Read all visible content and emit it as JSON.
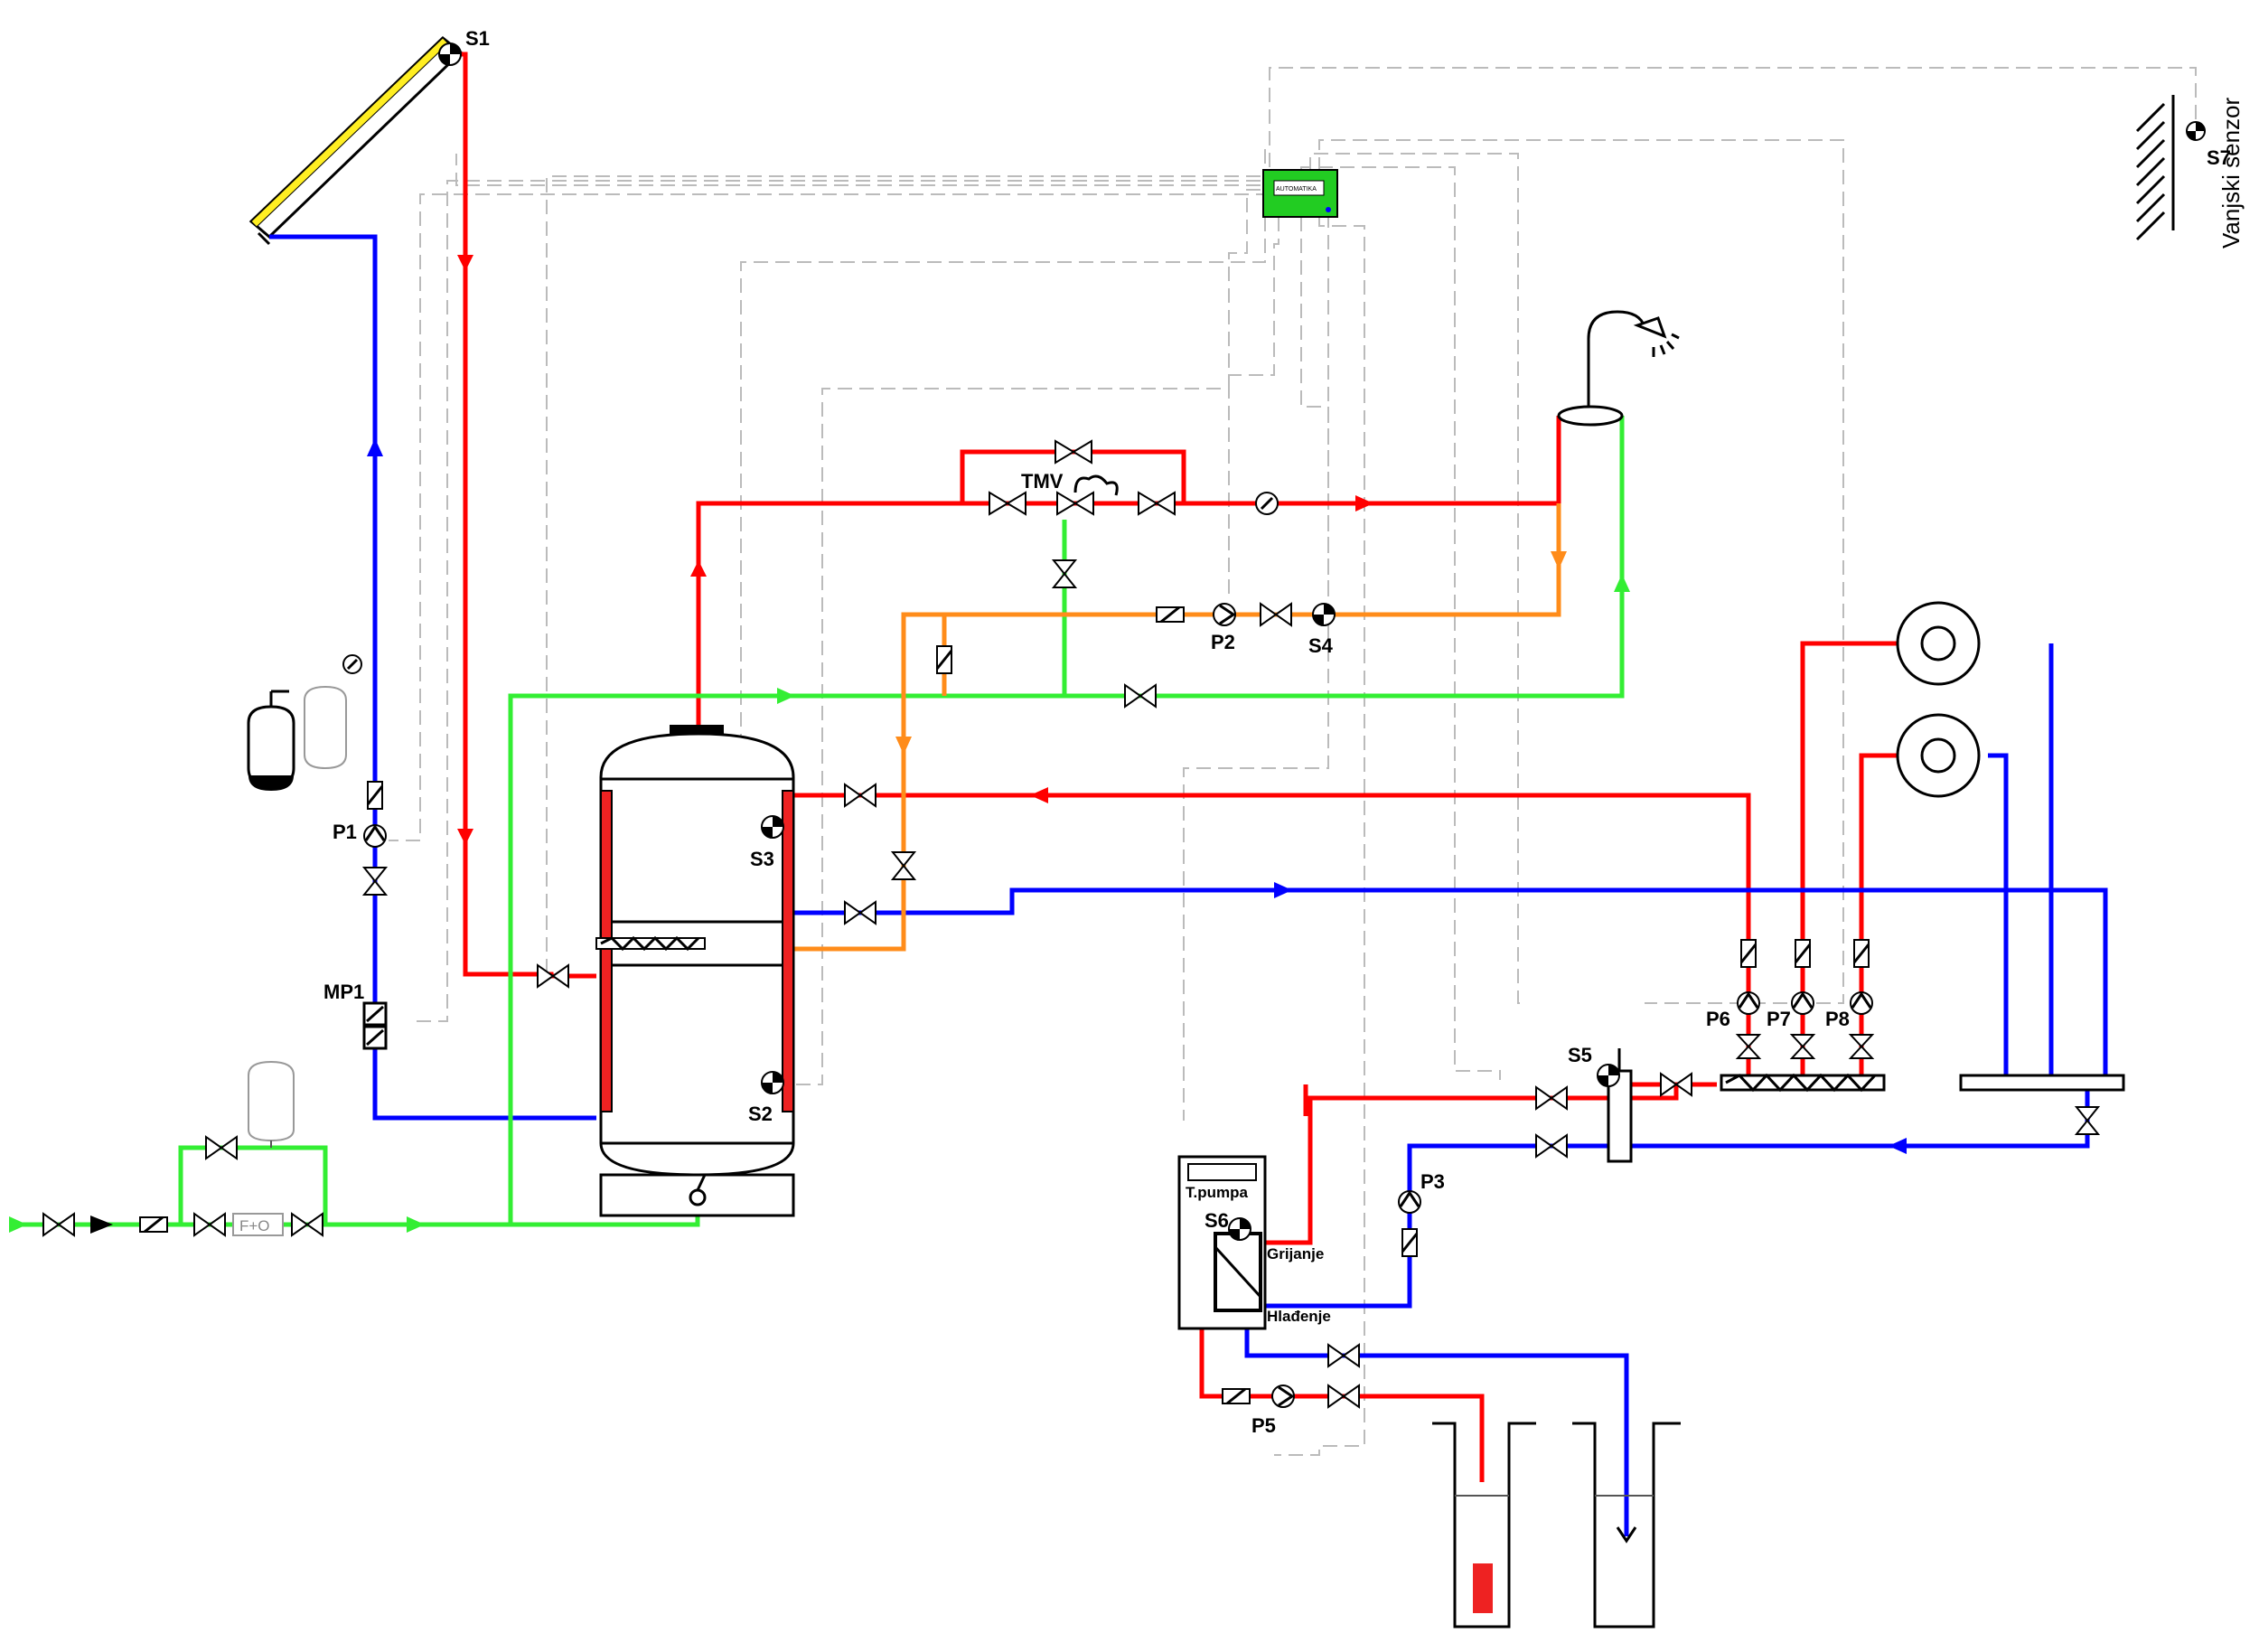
{
  "labels": {
    "s1": "S1",
    "s2": "S2",
    "s3": "S3",
    "s4": "S4",
    "s5": "S5",
    "s6": "S6",
    "s7": "S7",
    "p1": "P1",
    "p2": "P2",
    "p3": "P3",
    "p5": "P5",
    "p6": "P6",
    "p7": "P7",
    "p8": "P8",
    "mp1": "MP1",
    "tmv": "TMV",
    "heat_pump": "T.pumpa",
    "heating": "Grijanje",
    "cooling": "Hlađenje",
    "controller": "AUTOMATIKA",
    "outdoor_sensor": "Vanjski senzor",
    "filter": "F+O"
  },
  "colors": {
    "hot": "#ff0000",
    "cold_return": "#0000ff",
    "cold_water": "#33ee33",
    "recirculation": "#ff8c1a",
    "control_wiring": "#bbbbbb",
    "controller": "#22cc22",
    "collector": "#ffee22"
  },
  "icons": {
    "pump": "pump-icon",
    "sensor": "sensor-icon",
    "valve": "valve-icon",
    "check_valve": "check-valve-icon",
    "shower": "shower-icon",
    "fan_coil": "fan-coil-icon",
    "gauge": "gauge-icon",
    "expansion_vessel": "expansion-vessel-icon"
  }
}
